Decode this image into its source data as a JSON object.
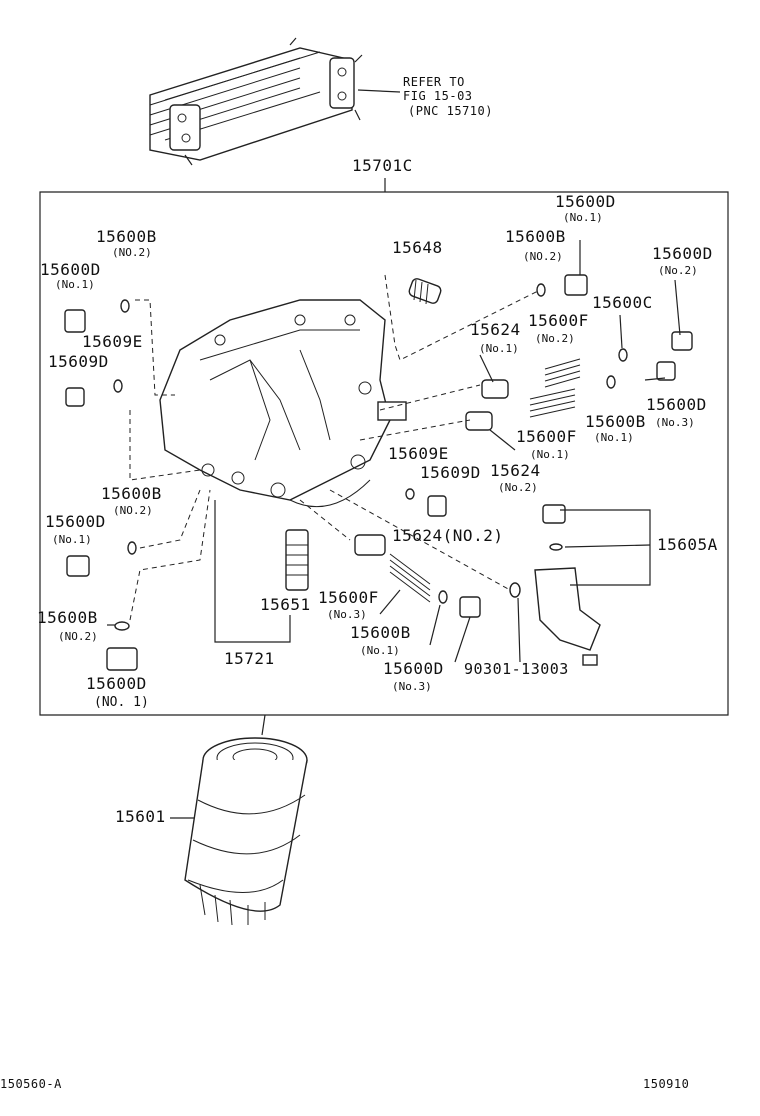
{
  "refer": {
    "line1": "REFER TO",
    "line2": "FIG 15-03",
    "line3": "(PNC 15710)"
  },
  "labels": {
    "p15701C": "15701C",
    "p15600D_a": "15600D",
    "p15600D_a_sub": "(No.1)",
    "p15600B_a": "15600B",
    "p15600B_a_sub": "(NO.2)",
    "p15648": "15648",
    "p15600B_b": "15600B",
    "p15600B_b_sub": "(NO.2)",
    "p15600D_b": "15600D",
    "p15600D_b_sub": "(No.1)",
    "p15600D_c": "15600D",
    "p15600D_c_sub": "(No.2)",
    "p15609E_a": "15609E",
    "p15600C": "15600C",
    "p15624_a": "15624",
    "p15624_a_sub": "(No.1)",
    "p15600F_a": "15600F",
    "p15600F_a_sub": "(No.2)",
    "p15609D_a": "15609D",
    "p15600B_c": "15600B",
    "p15600B_c_sub": "(No.1)",
    "p15600D_d": "15600D",
    "p15600D_d_sub": "(No.3)",
    "p15600F_b": "15600F",
    "p15600F_b_sub": "(No.1)",
    "p15609E_b": "15609E",
    "p15609D_b": "15609D",
    "p15624_b": "15624",
    "p15624_b_sub": "(No.2)",
    "p15600B_d": "15600B",
    "p15600B_d_sub": "(NO.2)",
    "p15600D_e": "15600D",
    "p15600D_e_sub": "(No.1)",
    "p15624_c": "15624(NO.2)",
    "p15605A": "15605A",
    "p15600B_e": "15600B",
    "p15600B_e_sub": "(NO.2)",
    "p15651": "15651",
    "p15600F_c": "15600F",
    "p15600F_c_sub": "(No.3)",
    "p15600B_f": "15600B",
    "p15600B_f_sub": "(No.1)",
    "p15600D_f": "15600D",
    "p15600D_f_sub": "(NO. 1)",
    "p15721": "15721",
    "p15600D_g": "15600D",
    "p15600D_g_sub": "(No.3)",
    "p90301": "90301-13003",
    "p15601": "15601"
  },
  "footer": {
    "left_code": "150560-A",
    "right_code": "150910"
  }
}
